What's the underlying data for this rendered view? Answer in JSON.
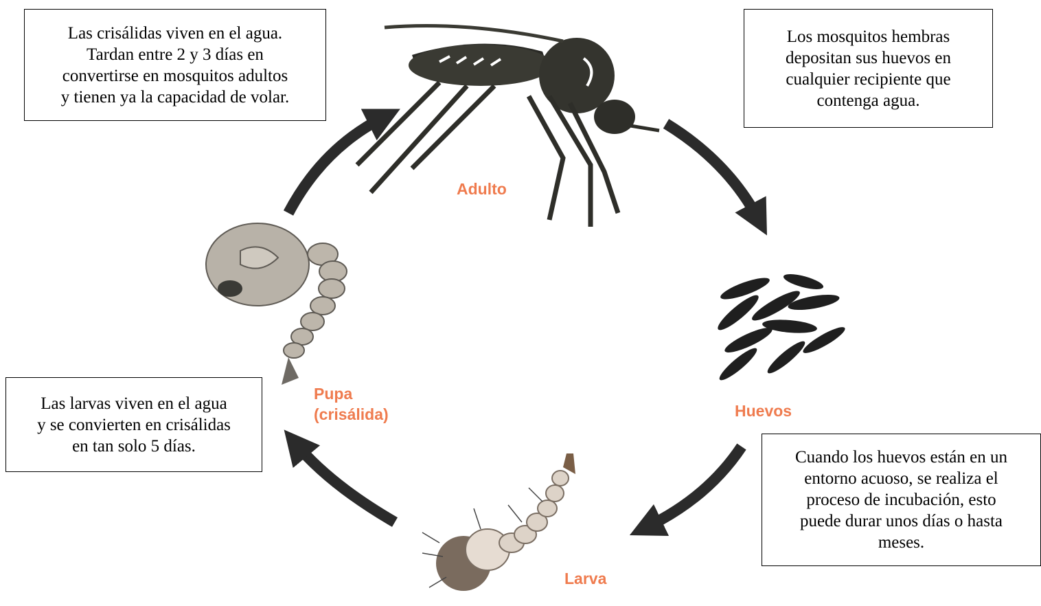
{
  "stages": {
    "adult": "Adulto",
    "eggs": "Huevos",
    "larva": "Larva",
    "pupa": "Pupa\n(crisálida)"
  },
  "notes": {
    "pupa_note": "Las crisálidas viven en el agua.\nTardan entre 2 y 3 días en\nconvertirse en mosquitos adultos\ny tienen ya la capacidad de volar.",
    "adult_note": "Los mosquitos hembras\ndepositan sus huevos en\ncualquier recipiente que\ncontenga agua.",
    "larva_note": "Las larvas viven en el agua\ny se convierten en crisálidas\nen tan solo 5 días.",
    "egg_note": "Cuando los huevos están en un\nentorno acuoso, se realiza el\nproceso de incubación, esto\npuede durar unos días o hasta\nmeses."
  },
  "colors": {
    "stage_label": "#ef7b4e",
    "arrow": "#2b2b2b",
    "mosquito_body": "#3a3a33",
    "pupa": "#b8b2a8",
    "larva": "#ddd3c8",
    "egg": "#1f1f1f"
  }
}
